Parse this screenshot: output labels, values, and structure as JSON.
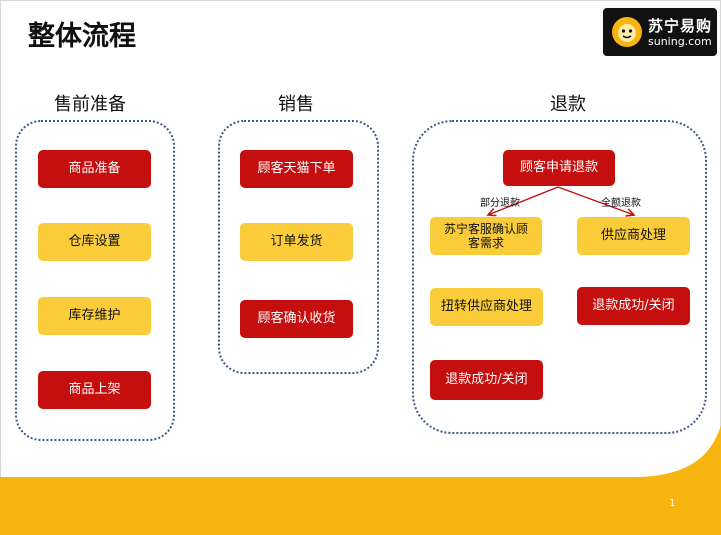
{
  "title": "整体流程",
  "logo": {
    "cn": "苏宁易购",
    "en": "suning.com"
  },
  "sections": {
    "presale": {
      "title": "售前准备",
      "steps": [
        "商品准备",
        "仓库设置",
        "库存维护",
        "商品上架"
      ]
    },
    "sales": {
      "title": "销售",
      "steps": [
        "顾客天猫下单",
        "订单发货",
        "顾客确认收货"
      ]
    },
    "refund": {
      "title": "退款",
      "start": "顾客申请退款",
      "partial_label": "部分退款",
      "full_label": "全额退款",
      "partial_confirm": "苏宁客服确认顾客需求",
      "supplier_process": "供应商处理",
      "transfer_supplier": "扭转供应商处理",
      "success_right": "退款成功/关闭",
      "success_left": "退款成功/关闭"
    }
  },
  "page_number": "1",
  "colors": {
    "red": "#c50e0e",
    "yellow": "#fbcc3a",
    "band": "#f8b50f",
    "dotted": "#3b5a86"
  }
}
